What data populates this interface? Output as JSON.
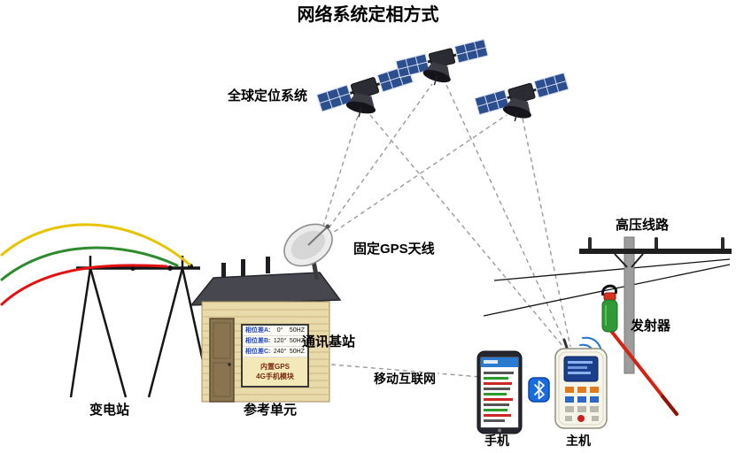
{
  "title": "网络系统定相方式",
  "labels": {
    "gps_system": "全球定位系统",
    "fixed_gps_antenna": "固定GPS天线",
    "base_station": "通讯基站",
    "reference_unit": "参考单元",
    "substation": "变电站",
    "hv_line": "高压线路",
    "transmitter": "发射器",
    "mobile_internet": "移动互联网",
    "phone": "手机",
    "host": "主机"
  },
  "reference_panel": {
    "rows": [
      {
        "label": "相位差A:",
        "angle": "0°",
        "freq": "50HZ"
      },
      {
        "label": "相位差B:",
        "angle": "120°",
        "freq": "50HZ"
      },
      {
        "label": "相位差C:",
        "angle": "240°",
        "freq": "50HZ"
      }
    ],
    "builtin_gps": "内置GPS",
    "module_4g": "4G手机模块"
  },
  "icons": {
    "satellite": "satellite-icon",
    "gps_dish": "gps-dish-icon",
    "bluetooth": "bluetooth-icon",
    "wireless_signal": "signal-arcs-icon",
    "phone": "smartphone-icon",
    "host": "handheld-host-icon",
    "transmitter": "hook-transmitter-icon",
    "building": "base-station-building-icon",
    "tower": "substation-gantry-icon",
    "hv_pole": "power-pole-icon"
  },
  "colors": {
    "phase_a_yellow": "#e8c400",
    "phase_b_green": "#2d8a2d",
    "phase_c_red": "#e31212",
    "bluetooth_blue": "#1a6ae0",
    "dashed_link_gray": "#9a9a9a",
    "solar_panel_blue": "#2c4e8e",
    "rod_red": "#d42313",
    "building_wall": "#e9daa9",
    "screen_blue": "#2a7ad2"
  }
}
